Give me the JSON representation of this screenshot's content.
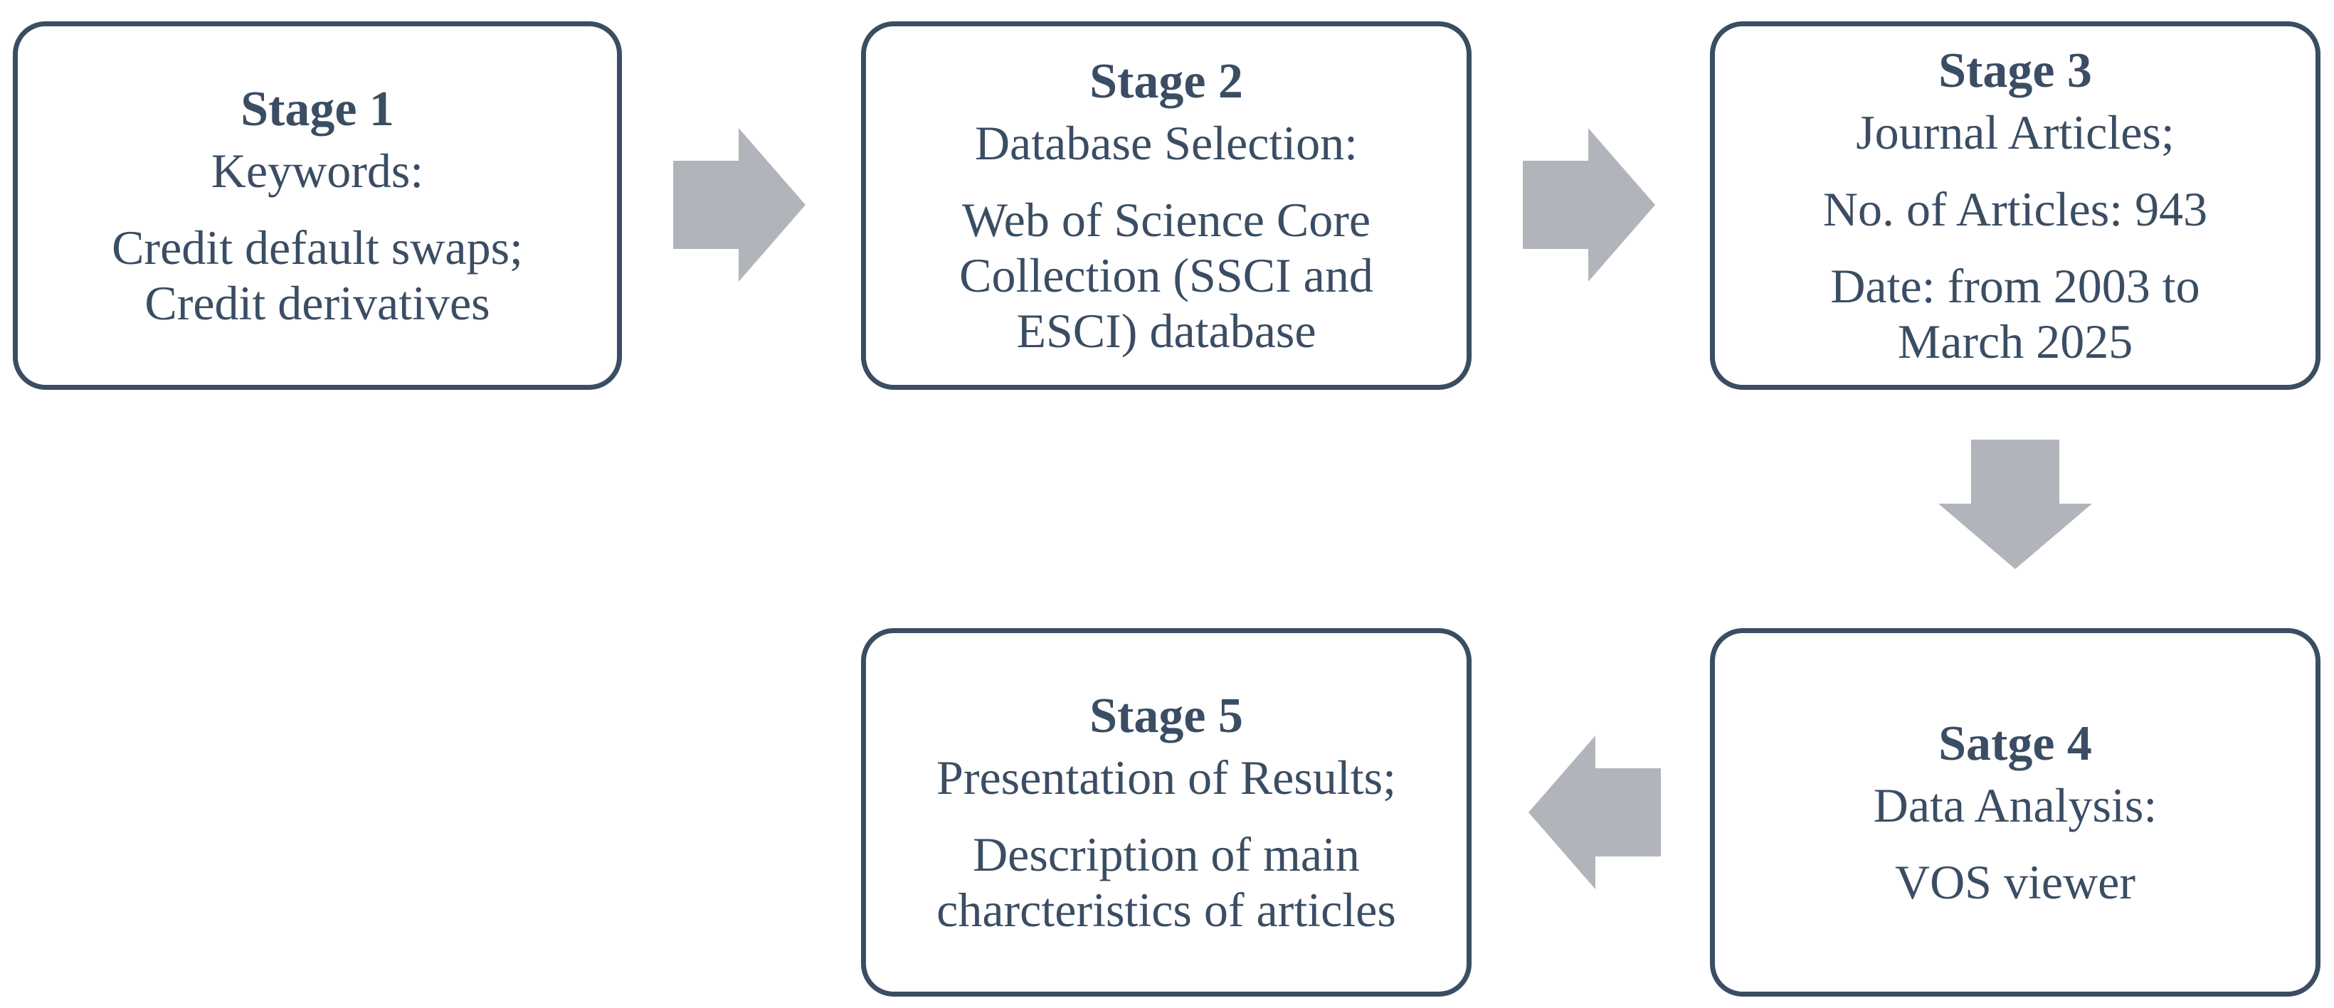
{
  "diagram": {
    "colors": {
      "box_border": "#3a4d63",
      "text": "#3a4d63",
      "arrow": "#b1b5bb"
    },
    "stages": [
      {
        "title": "Stage 1",
        "lines": [
          "Keywords:",
          "Credit default swaps;",
          "Credit derivatives"
        ]
      },
      {
        "title": "Stage 2",
        "lines": [
          "Database Selection:",
          "Web of Science Core",
          "Collection (SSCI and",
          "ESCI) database"
        ]
      },
      {
        "title": "Stage 3",
        "lines": [
          "Journal Articles;",
          "No. of Articles: 943",
          "Date: from 2003 to",
          "March 2025"
        ]
      },
      {
        "title": "Satge 4",
        "lines": [
          "Data Analysis:",
          "VOS viewer"
        ]
      },
      {
        "title": "Stage 5",
        "lines": [
          "Presentation of Results;",
          "Description of main",
          "charcteristics of articles"
        ]
      }
    ],
    "arrows": [
      {
        "from": "Stage 1",
        "to": "Stage 2",
        "direction": "right"
      },
      {
        "from": "Stage 2",
        "to": "Stage 3",
        "direction": "right"
      },
      {
        "from": "Stage 3",
        "to": "Satge 4",
        "direction": "down"
      },
      {
        "from": "Satge 4",
        "to": "Stage 5",
        "direction": "left"
      }
    ]
  }
}
